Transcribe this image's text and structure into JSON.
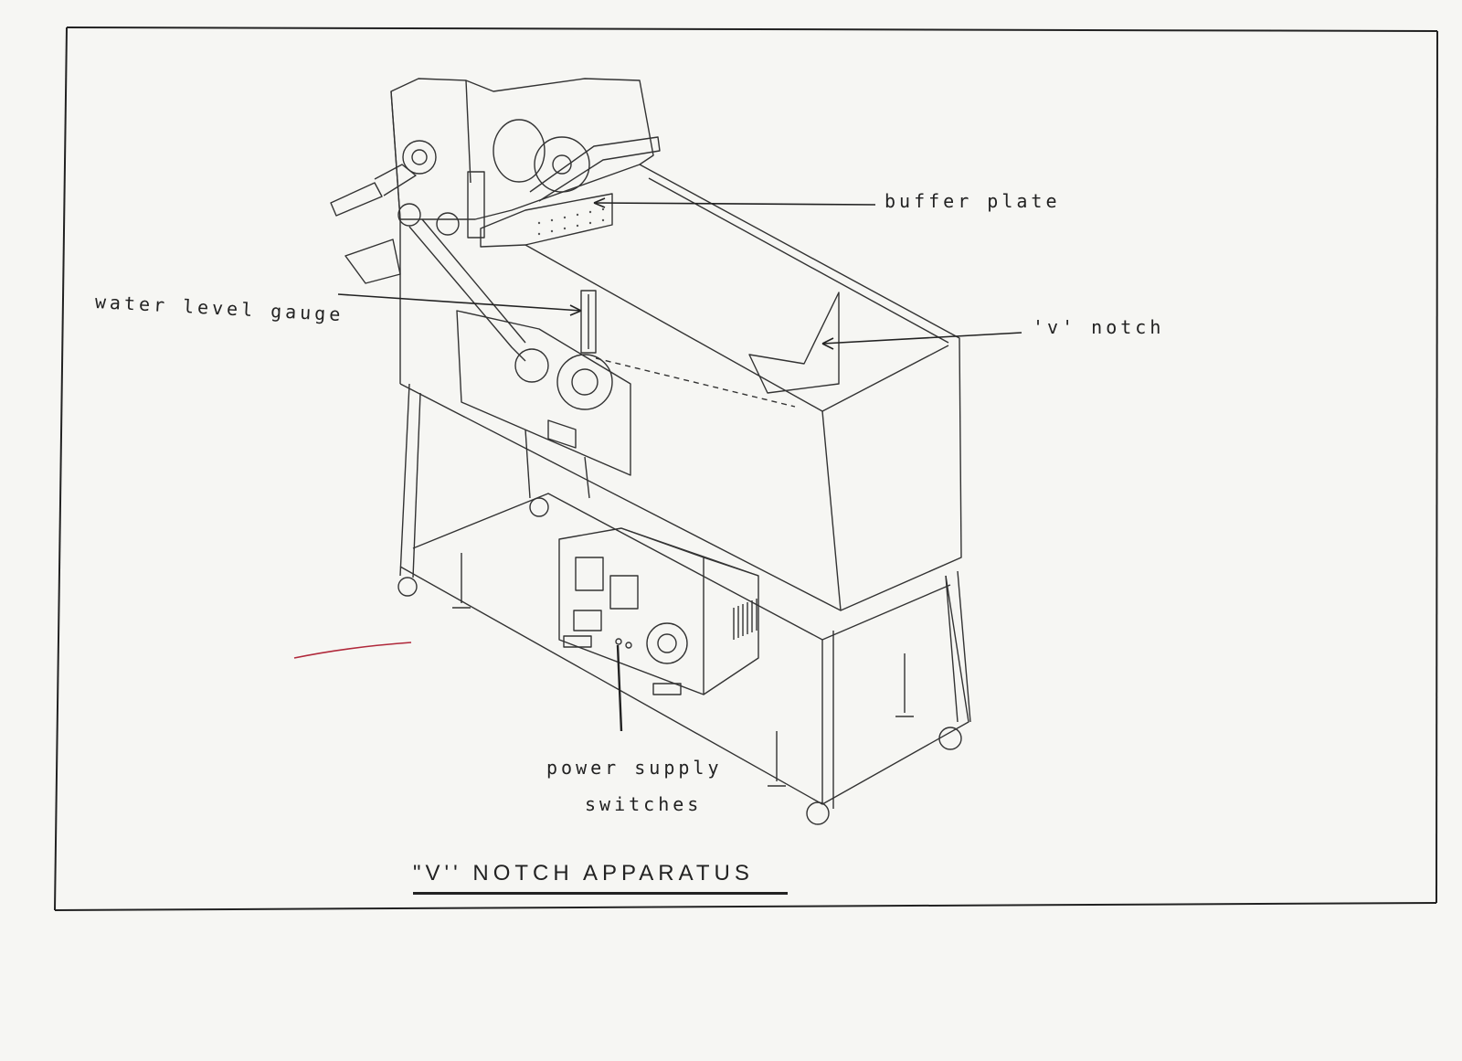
{
  "title": "\"V'' NOTCH  APPARATUS",
  "labels": {
    "buffer_plate": "buffer plate",
    "water_level_gauge": "water level gauge",
    "v_notch": "'v' notch",
    "power_supply_line1": "power supply",
    "power_supply_line2": "switches"
  },
  "colors": {
    "ink": "#222222",
    "paper": "#f6f6f3",
    "red_mark": "#b0283a"
  }
}
